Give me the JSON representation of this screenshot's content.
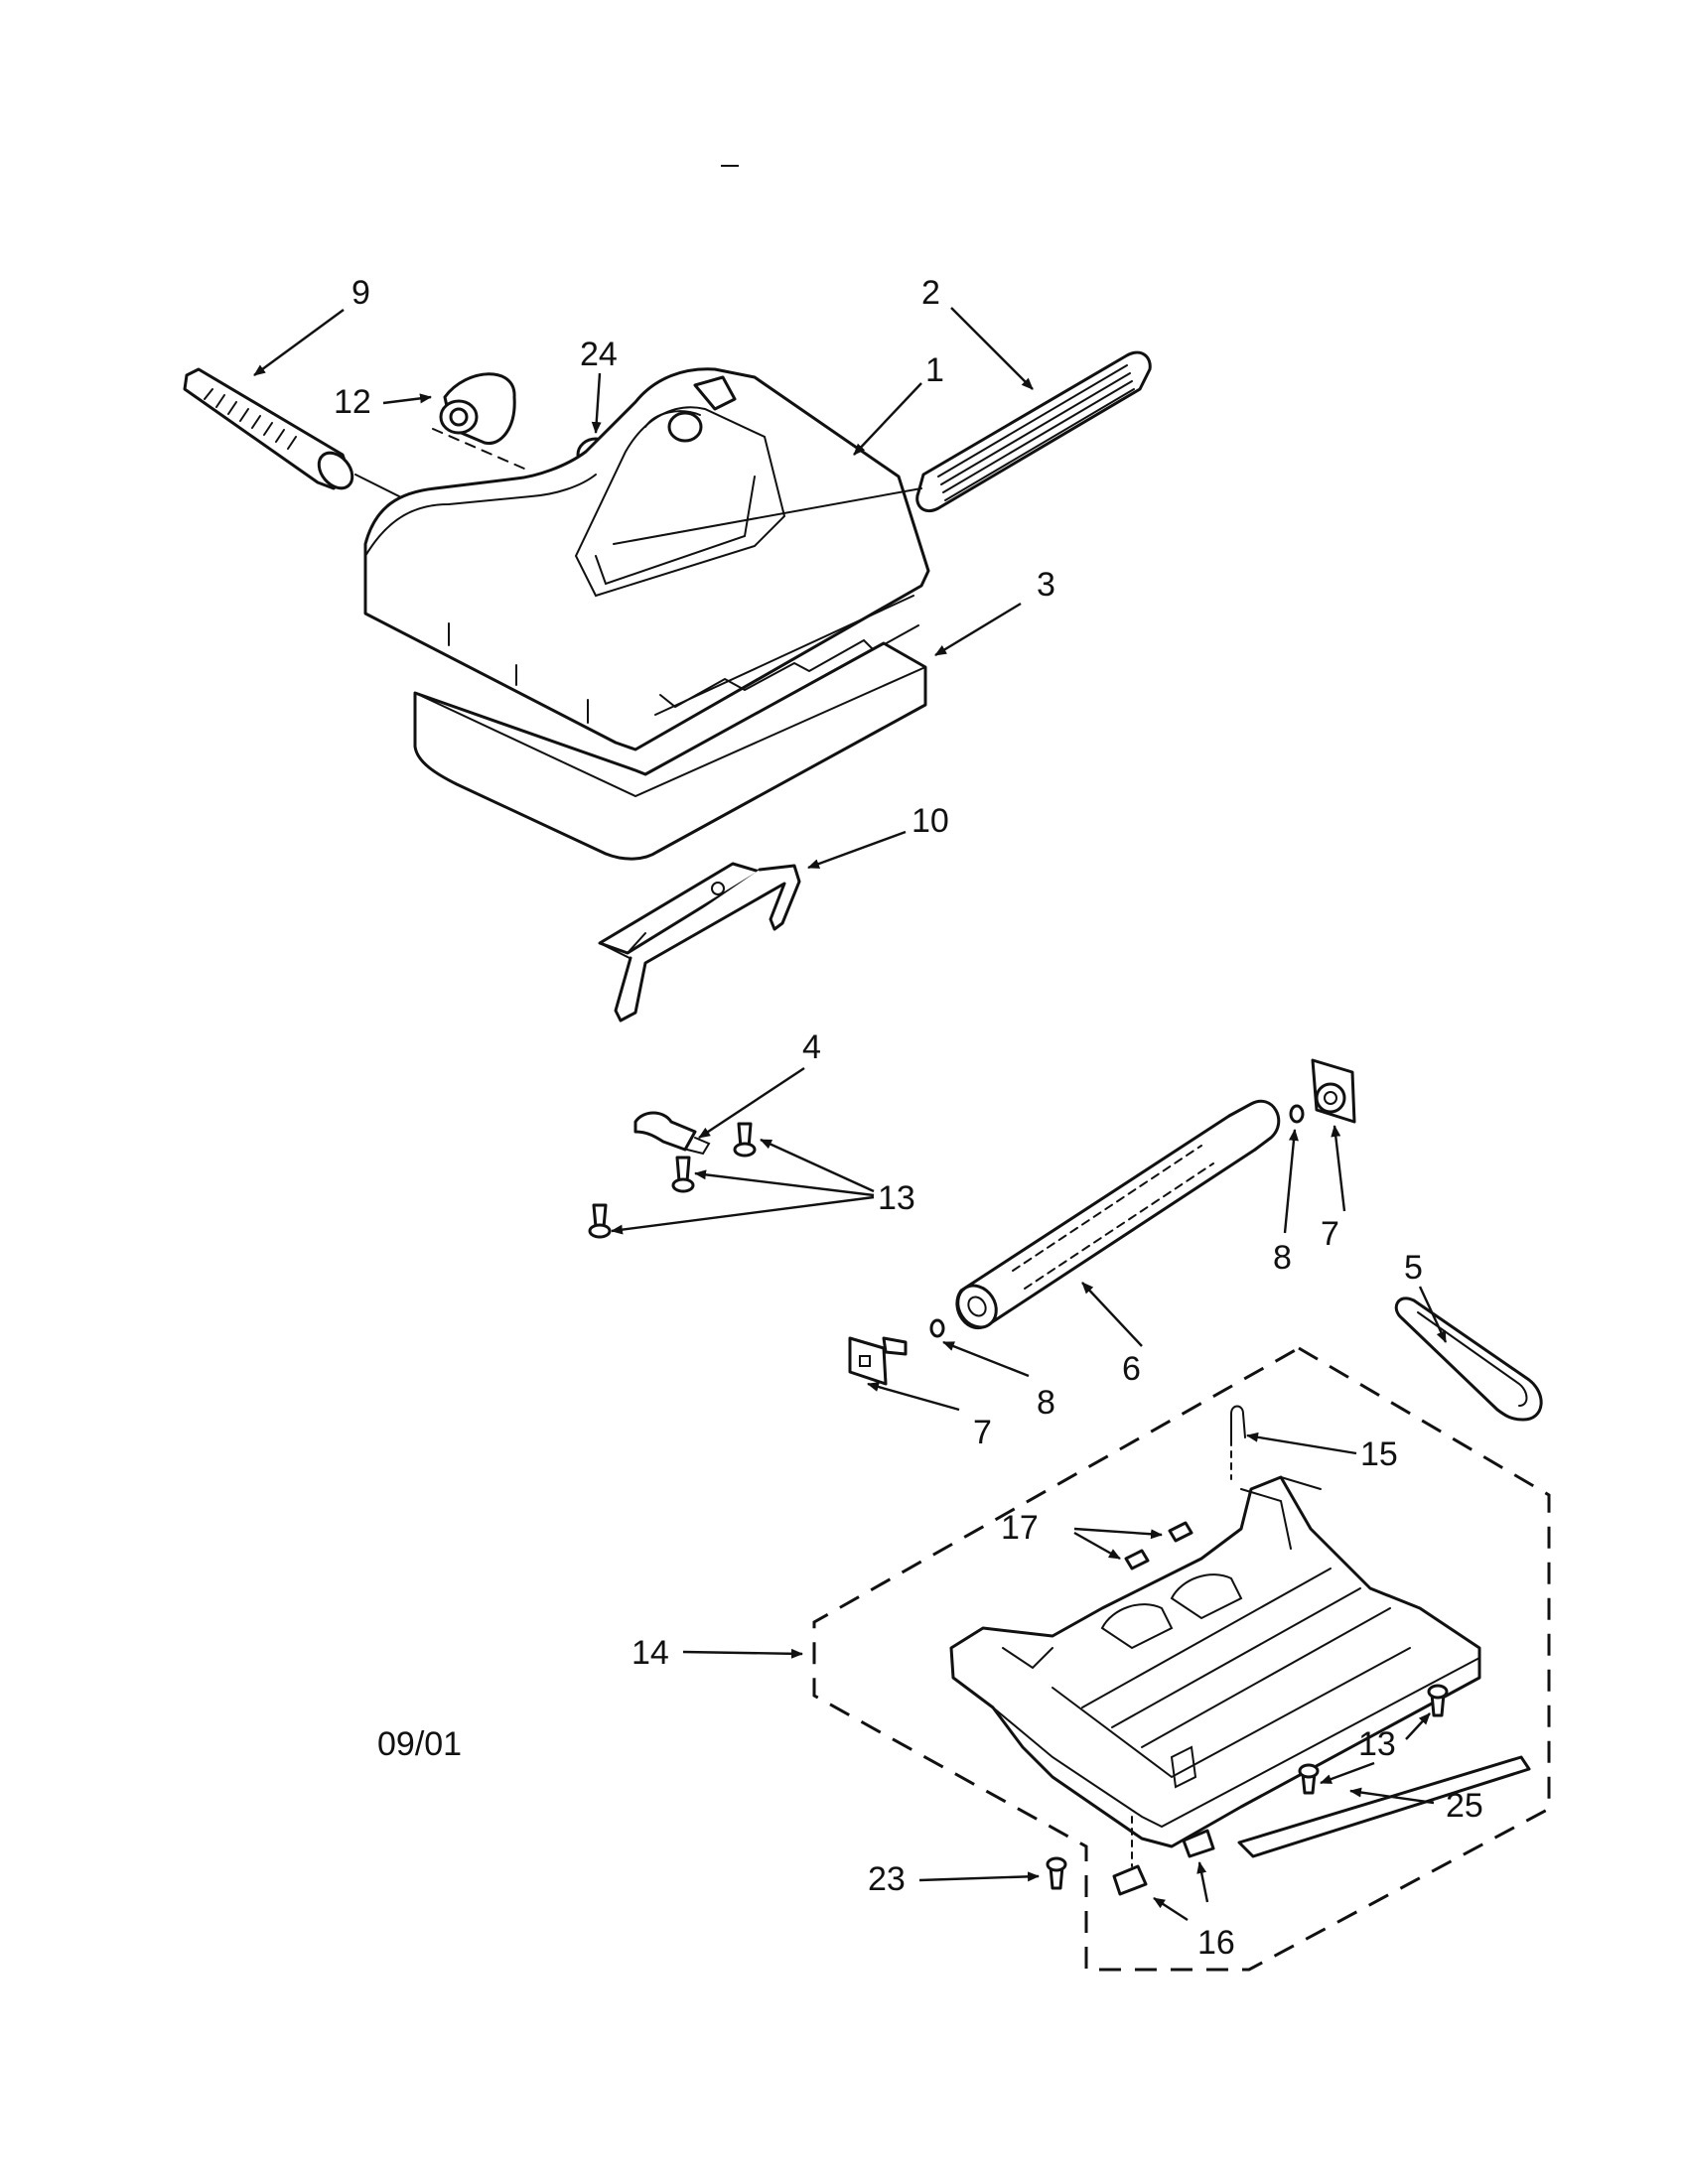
{
  "diagram": {
    "date_code": "09/01",
    "callouts": {
      "c1": "1",
      "c2": "2",
      "c3": "3",
      "c4": "4",
      "c5": "5",
      "c6": "6",
      "c7a": "7",
      "c7b": "7",
      "c8a": "8",
      "c8b": "8",
      "c9": "9",
      "c10": "10",
      "c12": "12",
      "c13a": "13",
      "c13b": "13",
      "c14": "14",
      "c15": "15",
      "c16": "16",
      "c17": "17",
      "c23": "23",
      "c24": "24",
      "c25": "25"
    },
    "colors": {
      "ink": "#111111",
      "paper": "#ffffff"
    }
  }
}
